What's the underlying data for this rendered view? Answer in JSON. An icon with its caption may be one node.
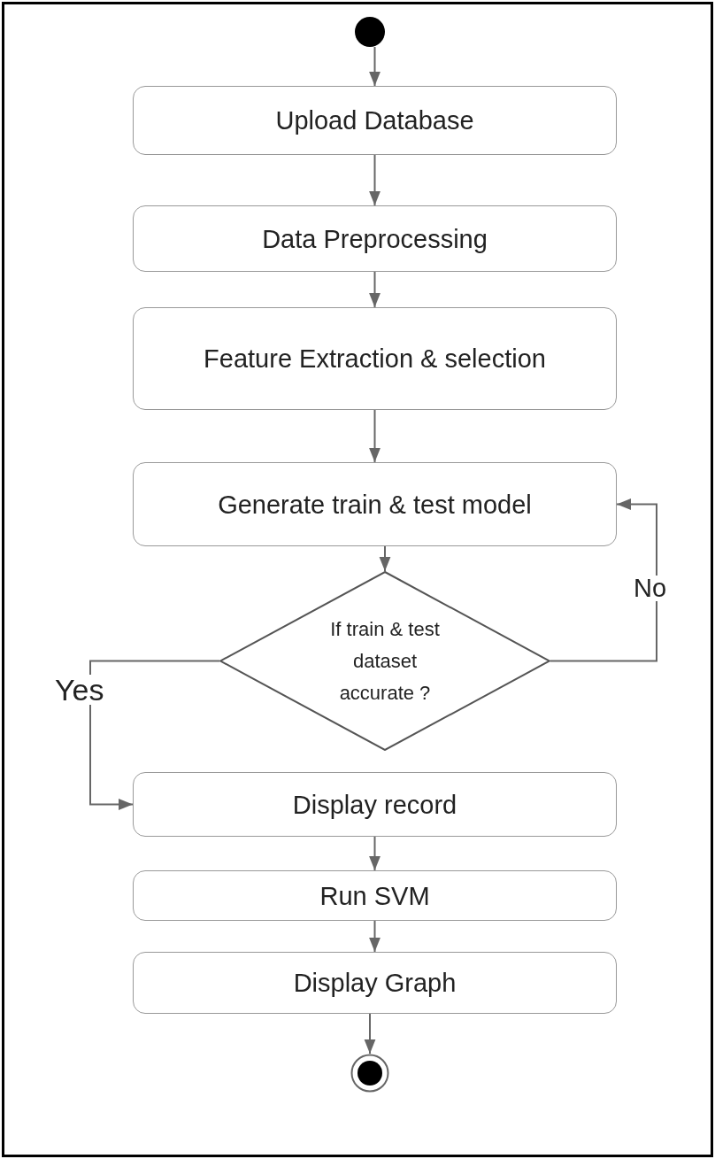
{
  "diagram": {
    "nodes": [
      {
        "text": [],
        "shape": "circle"
      },
      {
        "text": [
          "Upload Database"
        ]
      },
      {
        "text": [
          "Data Preprocessing"
        ]
      },
      {
        "text": [
          "Feature Extraction & selection"
        ]
      },
      {
        "text": [
          "Generate train & test model"
        ]
      },
      {
        "text": [
          "If train & test dataset accurate ?"
        ]
      },
      {
        "text": [
          "Display record"
        ]
      },
      {
        "text": [
          "Run SVM"
        ]
      },
      {
        "text": [
          "Display Graph"
        ]
      },
      {
        "text": [],
        "shape": "circle"
      }
    ],
    "edges": [
      {
        "from": 0,
        "to": 1,
        "arrow": "to"
      },
      {
        "from": 1,
        "to": 2,
        "arrow": "to"
      },
      {
        "from": 2,
        "to": 3,
        "arrow": "to"
      },
      {
        "from": 3,
        "to": 4,
        "arrow": "to"
      },
      {
        "from": 4,
        "to": 5,
        "arrow": "to"
      },
      {
        "from": 5,
        "to": 4,
        "arrow": "to",
        "label": "No"
      },
      {
        "from": 5,
        "to": 6,
        "arrow": "to",
        "label": "Yes"
      },
      {
        "from": 6,
        "to": 7,
        "arrow": "to"
      },
      {
        "from": 7,
        "to": 8,
        "arrow": "to"
      },
      {
        "from": 8,
        "to": 9,
        "arrow": "to"
      }
    ]
  }
}
